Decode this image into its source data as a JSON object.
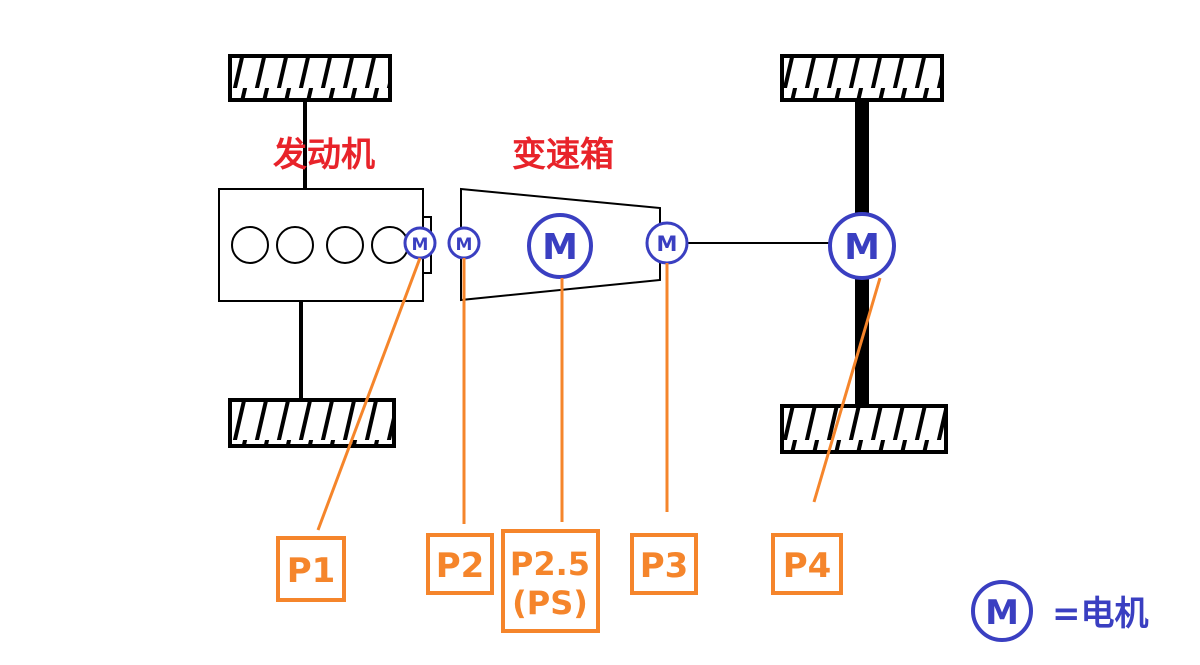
{
  "labels": {
    "engine": "发动机",
    "gearbox": "变速箱"
  },
  "motor_symbol": "M",
  "positions": [
    {
      "id": "P1",
      "lines": [
        "P1"
      ]
    },
    {
      "id": "P2",
      "lines": [
        "P2"
      ]
    },
    {
      "id": "P2.5",
      "lines": [
        "P2.5",
        "(PS)"
      ]
    },
    {
      "id": "P3",
      "lines": [
        "P3"
      ]
    },
    {
      "id": "P4",
      "lines": [
        "P4"
      ]
    }
  ],
  "legend": {
    "symbol": "M",
    "text": "=电机"
  },
  "colors": {
    "title_red": "#e8232a",
    "motor_blue": "#3a3fc1",
    "callout_orange": "#f5852b",
    "line_black": "#000000"
  }
}
